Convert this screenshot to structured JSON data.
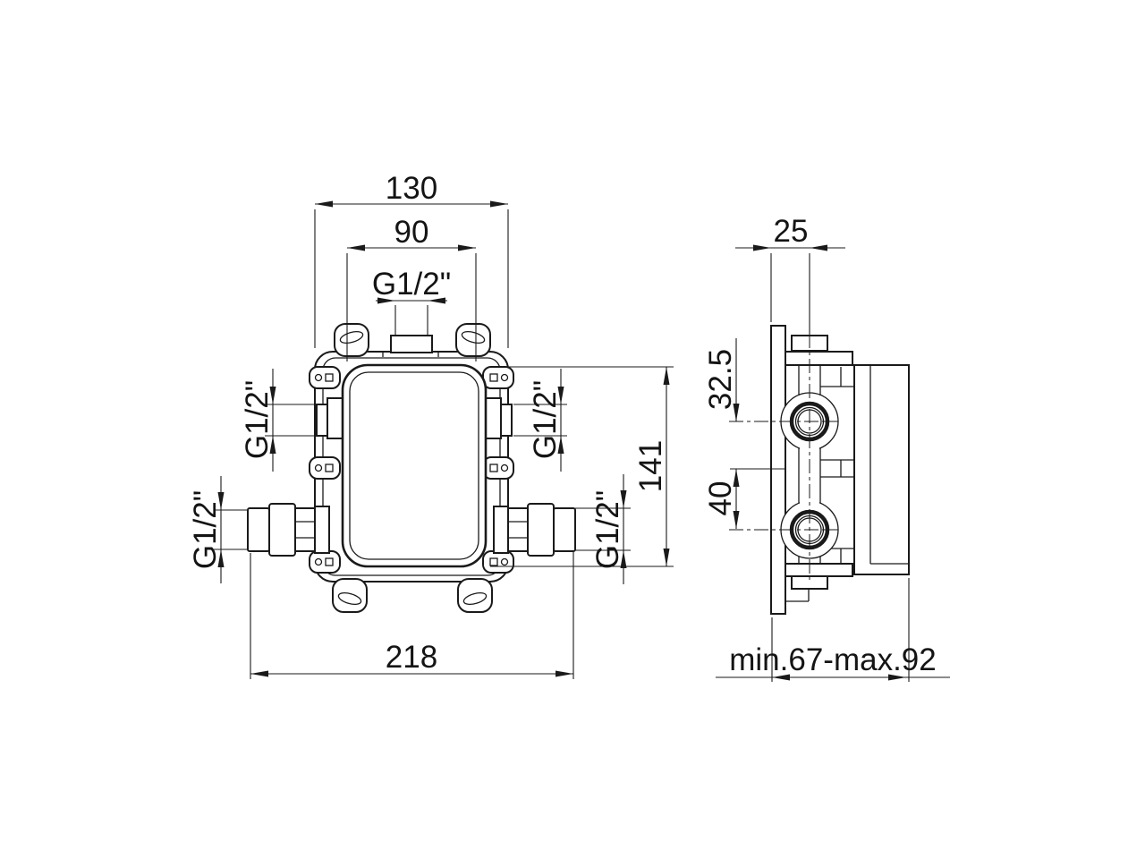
{
  "front_view": {
    "overall_width": "130",
    "inner_width": "90",
    "top_port": "G1/2\"",
    "left_upper_port": "G1/2\"",
    "right_upper_port": "G1/2\"",
    "left_lower_port": "G1/2\"",
    "right_lower_port": "G1/2\"",
    "height": "141",
    "fitting_span": "218"
  },
  "side_view": {
    "plate_to_port_depth": "25",
    "top_to_port_center": "32.5",
    "port_spacing": "40",
    "install_depth_range": "min.67-max.92"
  },
  "colors": {
    "line": "#1a1a1a",
    "background": "#ffffff"
  }
}
